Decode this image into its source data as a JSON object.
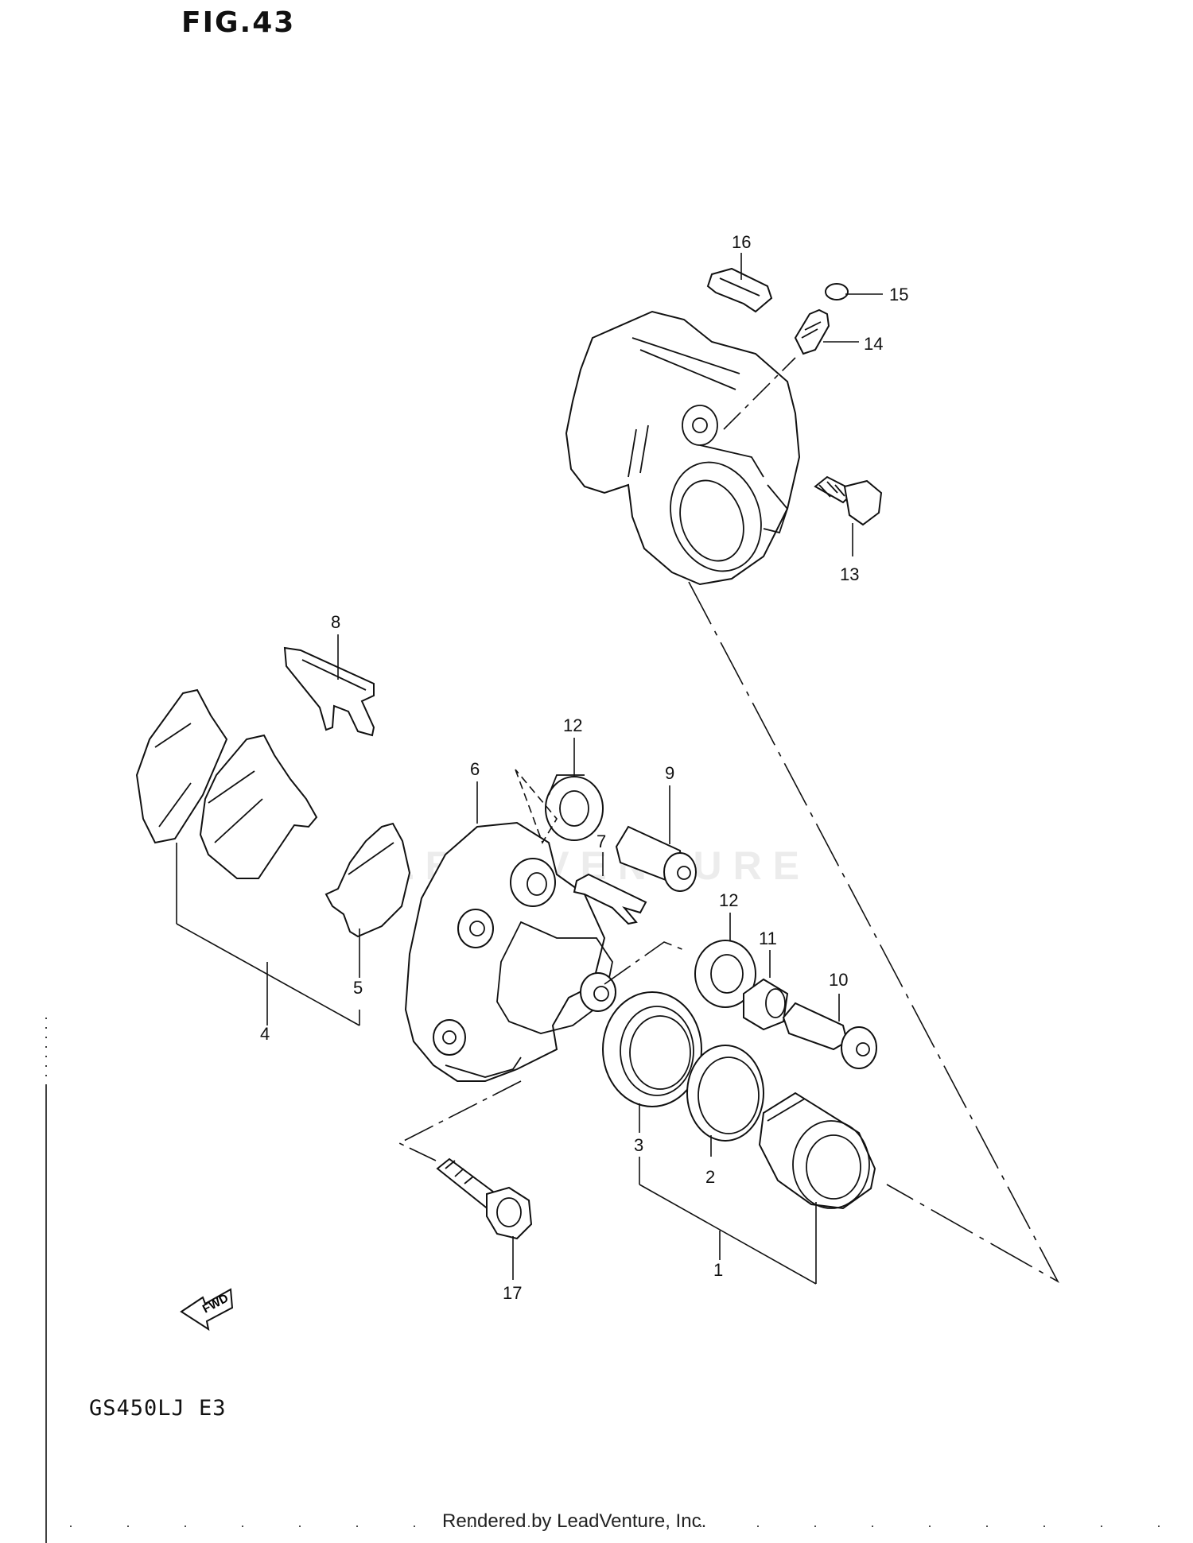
{
  "figure_title": "FIG.43",
  "model_label": "GS450LJ E3",
  "footer_text": "Rendered by LeadVenture, Inc.",
  "watermark_text": "LEADVENTURE",
  "fwd_label": "FWD",
  "callouts": {
    "c1": "1",
    "c2": "2",
    "c3": "3",
    "c4": "4",
    "c5": "5",
    "c6": "6",
    "c7": "7",
    "c8": "8",
    "c9": "9",
    "c10": "10",
    "c11": "11",
    "c12a": "12",
    "c12b": "12",
    "c13": "13",
    "c14": "14",
    "c15": "15",
    "c16": "16",
    "c17": "17"
  }
}
